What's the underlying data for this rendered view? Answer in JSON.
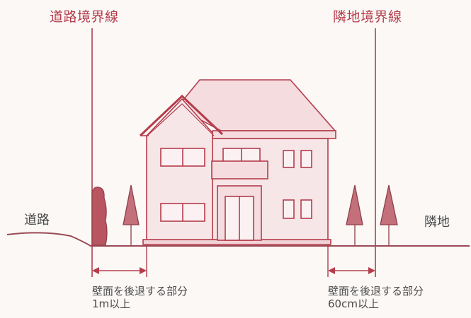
{
  "labels": {
    "road_boundary": "道路境界線",
    "neighbor_boundary": "隣地境界線",
    "road": "道路",
    "neighbor": "隣地"
  },
  "setbacks": {
    "left": {
      "text": "壁面を後退する部分",
      "distance": "1m以上"
    },
    "right": {
      "text": "壁面を後退する部分",
      "distance": "60cm以上"
    }
  },
  "colors": {
    "accent": "#b43d4c",
    "fill": "#f7e6e8",
    "tree": "#c4707a",
    "shrub": "#b85560",
    "ground": "#9b4a54"
  }
}
